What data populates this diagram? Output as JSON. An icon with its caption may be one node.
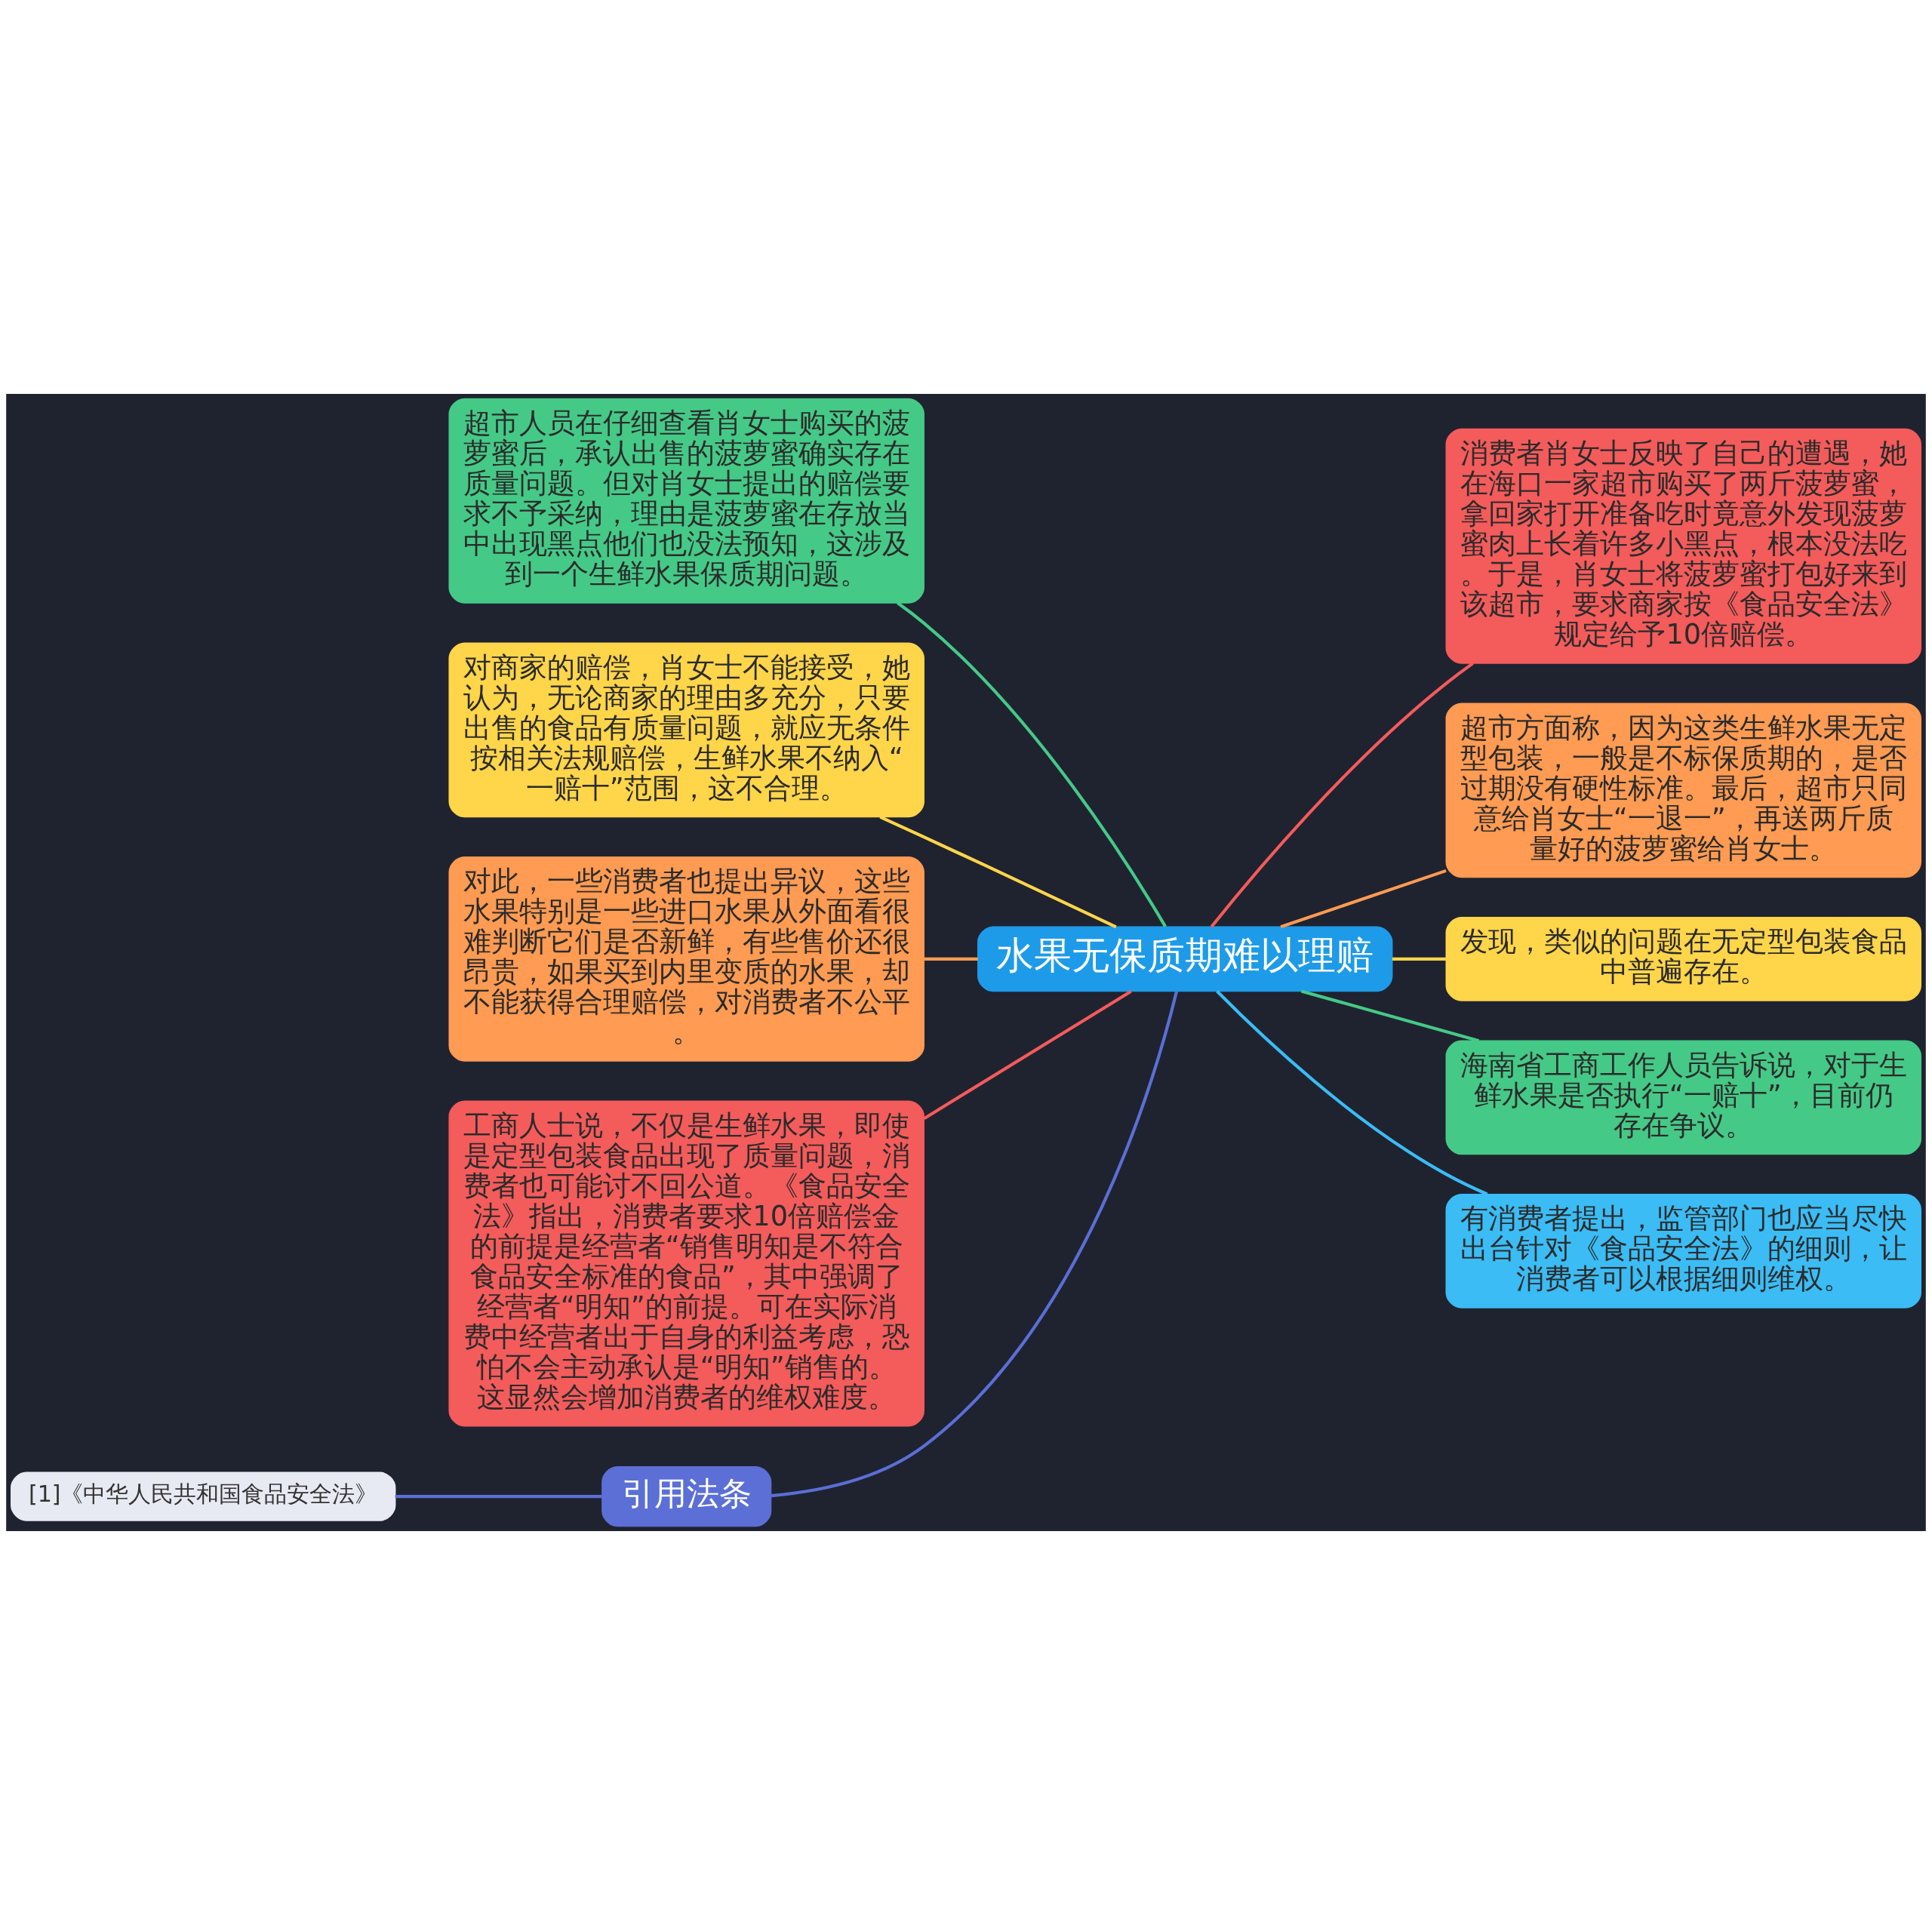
{
  "diagram": {
    "nodes": [
      {
        "text": [
          "水果无保质期难以理赔"
        ]
      },
      {
        "text": [
          "超市人员在仔细查看肖女士购买的菠萝蜜后，承认出售的菠萝蜜确实存在质量问题。但对肖女士提出的赔偿要求不予采纳，理由是菠萝蜜在存放当中出现黑点他们也没法预知，这涉及到一个生鲜水果保质期问题。"
        ]
      },
      {
        "text": [
          "对商家的赔偿，肖女士不能接受，她认为，无论商家的理由多充分，只要出售的食品有质量问题，就应无条件按相关法规赔偿，生鲜水果不纳入“一赔十”范围，这不合理。"
        ]
      },
      {
        "text": [
          "对此，一些消费者也提出异议，这些水果特别是一些进口水果从外面看很难判断它们是否新鲜，有些售价还很昂贵，如果买到内里变质的水果，却不能获得合理赔偿，对消费者不公平。"
        ]
      },
      {
        "text": [
          "工商人士说，不仅是生鲜水果，即使是定型包装食品出现了质量问题，消费者也可能讨不回公道。《食品安全法》指出，消费者要求10倍赔偿金的前提是经营者“销售明知是不符合食品安全标准的食品”，其中强调了经营者“明知”的前提。可在实际消费中经营者出于自身的利益考虑，恐怕不会主动承认是“明知”销售的。这显然会增加消费者的维权难度。"
        ]
      },
      {
        "text": [
          "引用法条"
        ]
      },
      {
        "text": [
          "[1]《中华人民共和国食品安全法》"
        ]
      },
      {
        "text": [
          "消费者肖女士反映了自己的遭遇，她在海口一家超市购买了两斤菠萝蜜，拿回家打开准备吃时竟意外发现菠萝蜜肉上长着许多小黑点，根本没法吃。于是，肖女士将菠萝蜜打包好来到该超市，要求商家按《食品安全法》规定给予10倍赔偿。"
        ]
      },
      {
        "text": [
          "超市方面称，因为这类生鲜水果无定型包装，一般是不标保质期的，是否过期没有硬性标准。最后，超市只同意给肖女士“一退一”，再送两斤质量好的菠萝蜜给肖女士。"
        ]
      },
      {
        "text": [
          "发现，类似的问题在无定型包装食品中普遍存在。"
        ]
      },
      {
        "text": [
          "海南省工商工作人员告诉说，对于生鲜水果是否执行“一赔十”，目前仍存在争议。"
        ]
      },
      {
        "text": [
          "有消费者提出，监管部门也应当尽快出台针对《食品安全法》的细则，让消费者可以根据细则维权。"
        ]
      }
    ],
    "edges": [
      {
        "from": 0,
        "to": 1,
        "arrow": "none",
        "color": "#45c987"
      },
      {
        "from": 0,
        "to": 2,
        "arrow": "none",
        "color": "#ffd54a"
      },
      {
        "from": 0,
        "to": 3,
        "arrow": "none",
        "color": "#ff9b52"
      },
      {
        "from": 0,
        "to": 4,
        "arrow": "none",
        "color": "#f45b5b"
      },
      {
        "from": 0,
        "to": 5,
        "arrow": "none",
        "color": "#5b6fd6"
      },
      {
        "from": 5,
        "to": 6,
        "arrow": "none",
        "color": "#5b6fd6"
      },
      {
        "from": 0,
        "to": 7,
        "arrow": "none",
        "color": "#f45b5b"
      },
      {
        "from": 0,
        "to": 8,
        "arrow": "none",
        "color": "#ff9b52"
      },
      {
        "from": 0,
        "to": 9,
        "arrow": "none",
        "color": "#ffd54a"
      },
      {
        "from": 0,
        "to": 10,
        "arrow": "none",
        "color": "#45c987"
      },
      {
        "from": 0,
        "to": 11,
        "arrow": "none",
        "color": "#3bbcf5"
      }
    ]
  }
}
